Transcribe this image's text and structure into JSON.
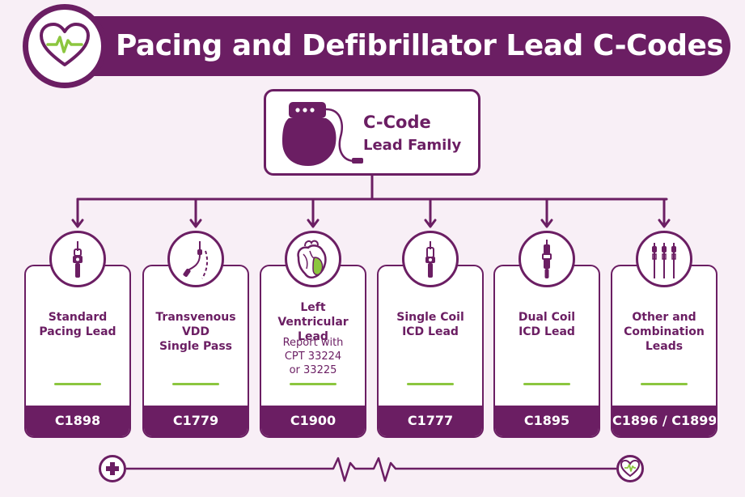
{
  "header": {
    "title": "Pacing and Defibrillator Lead C-Codes",
    "badge_icon": "heart-pulse-icon"
  },
  "root": {
    "line1": "C-Code",
    "line2": "Lead Family",
    "icon": "pacemaker-icon"
  },
  "colors": {
    "primary": "#6b1e63",
    "accent": "#8cc63f",
    "background": "#f8eff6",
    "card": "#ffffff"
  },
  "cards": [
    {
      "title": [
        "Standard",
        "Pacing Lead"
      ],
      "note": [],
      "code": "C1898",
      "icon": "standard-lead-icon"
    },
    {
      "title": [
        "Transvenous",
        "VDD",
        "Single Pass"
      ],
      "note": [],
      "code": "C1779",
      "icon": "transvenous-lead-icon"
    },
    {
      "title": [
        "Left Ventricular",
        "Lead"
      ],
      "note": [
        "Report with",
        "CPT 33224",
        "or 33225"
      ],
      "code": "C1900",
      "icon": "heart-icon"
    },
    {
      "title": [
        "Single Coil",
        "ICD Lead"
      ],
      "note": [],
      "code": "C1777",
      "icon": "single-coil-lead-icon"
    },
    {
      "title": [
        "Dual Coil",
        "ICD Lead"
      ],
      "note": [],
      "code": "C1895",
      "icon": "dual-coil-lead-icon"
    },
    {
      "title": [
        "Other and",
        "Combination",
        "Leads"
      ],
      "note": [],
      "code": "C1896 / C1899",
      "icon": "multi-lead-icon"
    }
  ],
  "footer": {
    "left_icon": "medical-plus-icon",
    "right_icon": "heart-pulse-icon"
  }
}
